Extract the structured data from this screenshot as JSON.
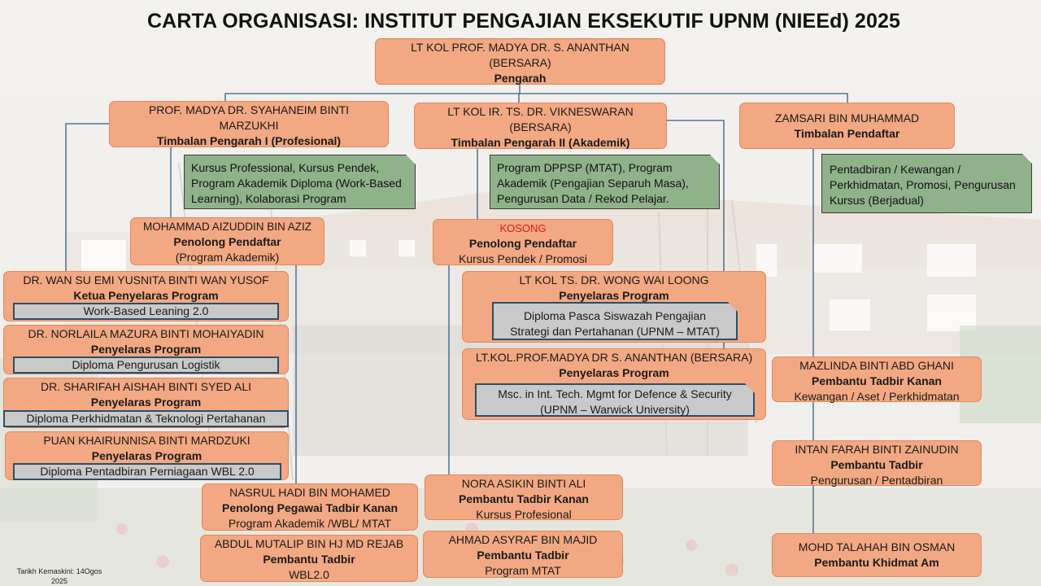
{
  "title": "CARTA ORGANISASI: INSTITUT  PENGAJIAN EKSEKUTIF UPNM (NIEEd) 2025",
  "director": {
    "name": "LT KOL PROF. MADYA DR. S. ANANTHAN",
    "note": "(BERSARA)",
    "role": "Pengarah"
  },
  "deputy1": {
    "name": "PROF. MADYA DR. SYAHANEIM BINTI MARZUKHI",
    "role": "Timbalan Pengarah I (Profesional)"
  },
  "deputy2": {
    "name": "LT KOL IR. TS. DR. VIKNESWARAN",
    "note": "(BERSARA)",
    "role": "Timbalan Pengarah II (Akademik)"
  },
  "deputy_registrar": {
    "name": "ZAMSARI BIN MUHAMMAD",
    "role": "Timbalan Pendaftar"
  },
  "notes": {
    "prof": "Kursus Professional, Kursus Pendek, Program Akademik Diploma (Work-Based Learning), Kolaborasi Program",
    "akad": "Program DPPSP (MTAT), Program Akademik (Pengajian Separuh Masa), Pengurusan Data / Rekod Pelajar.",
    "admin": "Pentadbiran / Kewangan / Perkhidmatan, Promosi, Pengurusan Kursus (Berjadual)"
  },
  "asst_registrar1": {
    "name": "MOHAMMAD AIZUDDIN BIN AZIZ",
    "role": "Penolong Pendaftar",
    "detail": "(Program Akademik)"
  },
  "asst_registrar2": {
    "status": "KOSONG",
    "role": "Penolong Pendaftar",
    "detail": "Kursus Pendek / Promosi"
  },
  "coordinators_left": [
    {
      "name": "DR. WAN SU EMI YUSNITA BINTI WAN YUSOF",
      "role": "Ketua Penyelaras Program",
      "program": "Work-Based Leaning 2.0"
    },
    {
      "name": "DR. NORLAILA MAZURA BINTI MOHAIYADIN",
      "role": "Penyelaras Program",
      "program": "Diploma Pengurusan Logistik"
    },
    {
      "name": "DR. SHARIFAH AISHAH BINTI SYED ALI",
      "role": "Penyelaras Program",
      "program": "Diploma Perkhidmatan & Teknologi Pertahanan"
    },
    {
      "name": "PUAN KHAIRUNNISA BINTI MARDZUKI",
      "role": "Penyelaras Program",
      "program": "Diploma Pentadbiran Perniagaan WBL 2.0"
    }
  ],
  "coordinators_mid": [
    {
      "name": "LT KOL TS. DR. WONG WAI LOONG",
      "role": "Penyelaras Program",
      "program": "Diploma Pasca Siswazah Pengajian Strategi dan Pertahanan (UPNM – MTAT)"
    },
    {
      "name": "LT.KOL.PROF.MADYA DR S. ANANTHAN (BERSARA)",
      "role": "Penyelaras Program",
      "program": "Msc. in Int. Tech. Mgmt for Defence & Security (UPNM – Warwick University)"
    }
  ],
  "staff": {
    "nasrul": {
      "name": "NASRUL HADI BIN MOHAMED",
      "role": "Penolong Pegawai Tadbir Kanan",
      "detail": "Program Akademik /WBL/ MTAT"
    },
    "abdul": {
      "name": "ABDUL MUTALIP  BIN HJ MD REJAB",
      "role": "Pembantu Tadbir",
      "detail": "WBL2.0"
    },
    "nora": {
      "name": "NORA ASIKIN BINTI ALI",
      "role": "Pembantu Tadbir Kanan",
      "detail": "Kursus Profesional"
    },
    "ahmad": {
      "name": "AHMAD ASYRAF BIN MAJID",
      "role": "Pembantu Tadbir",
      "detail": "Program MTAT"
    },
    "mazlinda": {
      "name": "MAZLINDA BINTI ABD GHANI",
      "role": "Pembantu Tadbir Kanan",
      "detail": "Kewangan / Aset / Perkhidmatan"
    },
    "intan": {
      "name": "INTAN FARAH BINTI ZAINUDIN",
      "role": "Pembantu Tadbir",
      "detail": "Pengurusan / Pentadbiran"
    },
    "talahah": {
      "name": "MOHD TALAHAH BIN OSMAN",
      "role": "Pembantu Khidmat Am"
    }
  },
  "footnote": "Tarikh Kemaskini: 14Ogos 2025",
  "colors": {
    "box": "#f2a882",
    "note": "#8fb28a",
    "program": "#c9c9c9",
    "line": "#2e5f86"
  }
}
